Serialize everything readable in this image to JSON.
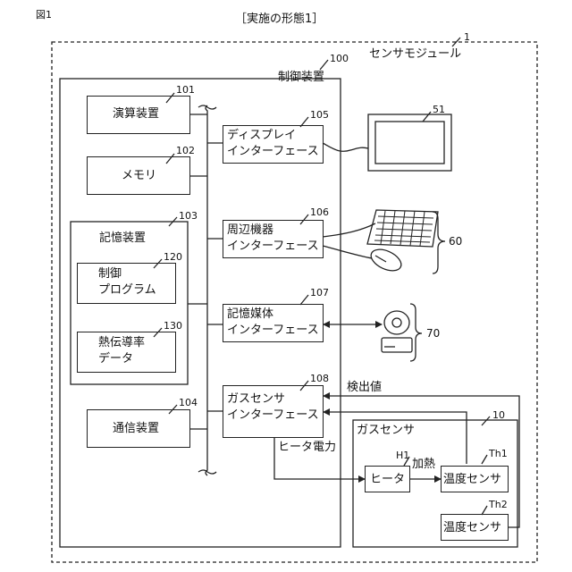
{
  "figure_label": "図1",
  "header": "［実施の形態1］",
  "module": {
    "ref": "1",
    "title": "センサモジュール"
  },
  "controller": {
    "ref": "100",
    "title": "制御装置"
  },
  "compute": {
    "ref": "101",
    "label": "演算装置"
  },
  "memory": {
    "ref": "102",
    "label": "メモリ"
  },
  "storage": {
    "ref": "103",
    "label": "記憶装置"
  },
  "program": {
    "ref": "120",
    "line1": "制御",
    "line2": "プログラム"
  },
  "thermal": {
    "ref": "130",
    "line1": "熱伝導率",
    "line2": "データ"
  },
  "comm": {
    "ref": "104",
    "label": "通信装置"
  },
  "display_if": {
    "ref": "105",
    "line1": "ディスプレイ",
    "line2": "インターフェース"
  },
  "periph_if": {
    "ref": "106",
    "line1": "周辺機器",
    "line2": "インターフェース"
  },
  "media_if": {
    "ref": "107",
    "line1": "記憶媒体",
    "line2": "インターフェース"
  },
  "gas_if": {
    "ref": "108",
    "line1": "ガスセンサ",
    "line2": "インターフェース"
  },
  "monitor": {
    "ref": "51"
  },
  "peripherals": {
    "ref": "60"
  },
  "media": {
    "ref": "70"
  },
  "gas_sensor": {
    "ref": "10",
    "title": "ガスセンサ"
  },
  "heater": {
    "ref": "H1",
    "label": "ヒータ"
  },
  "sensor1": {
    "ref": "Th1",
    "label": "温度センサ"
  },
  "sensor2": {
    "ref": "Th2",
    "label": "温度センサ"
  },
  "labels": {
    "detected": "検出値",
    "heater_power": "ヒータ電力",
    "heating": "加熱"
  }
}
